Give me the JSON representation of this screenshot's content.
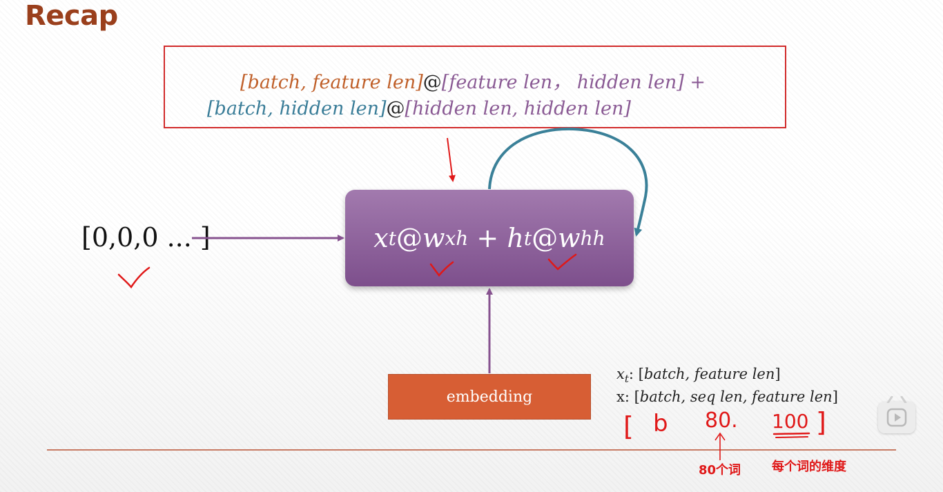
{
  "slide": {
    "title": "Recap",
    "formula": {
      "line1": {
        "a_open": "[",
        "a_text": "batch, feature len",
        "a_close": "]",
        "at1": "@",
        "b_open": "[",
        "b_text": "feature len，  hidden len",
        "b_close": "]",
        "plus": "   +"
      },
      "line2": {
        "c_open": "[",
        "c_text": "batch, hidden len",
        "c_close": "]",
        "at2": "@",
        "d_open": "[",
        "d_text": "hidden len, hidden len",
        "d_close": "]"
      }
    },
    "cell": {
      "x": "x",
      "t1": "t",
      "at": "@",
      "w1": "w",
      "xh": "xh",
      "plus": " + ",
      "h": "h",
      "t2": "t",
      "at2": "@",
      "w2": "w",
      "hh": "hh"
    },
    "input_vector": "[0,0,0 ... ]",
    "embedding_label": "embedding",
    "shape_notes": {
      "xt_var": "x",
      "xt_sub": "t",
      "xt_shape_prefix": ": [",
      "xt_shape": "batch, feature len",
      "xt_close": "]",
      "x_label": "x: [",
      "x_shape": "batch, seq len, feature len",
      "x_close": "]"
    },
    "handwriting": {
      "open_bracket": "[",
      "b": "b",
      "eighty": "80.",
      "hundred": "100",
      "close_bracket": "]"
    },
    "annotations": {
      "words": "80个词",
      "dim": "每个词的维度"
    }
  },
  "colors": {
    "title": "#9a3f1c",
    "orange_text": "#c0602a",
    "purple_text": "#8a5a94",
    "teal_text": "#3a7d98",
    "cell_fill": "#8d5f9c",
    "embedding_fill": "#d75e34",
    "annotation_red": "#e01818",
    "loop_arrow": "#3a8098",
    "arrow_purple": "#86528f"
  },
  "icons": {
    "player": "play-icon"
  }
}
